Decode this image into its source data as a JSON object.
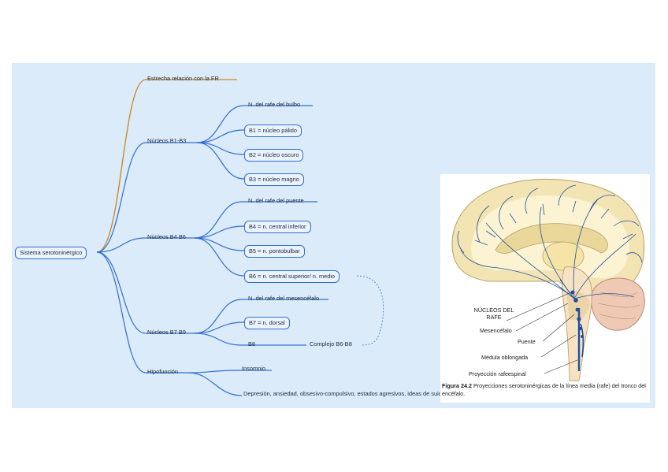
{
  "mindmap": {
    "root": "Sistema serotoninérgico",
    "relation": "Estrecha relación con la FR",
    "b1b3": {
      "label": "Núcleos B1-B3",
      "items": [
        "N. del rafe del bulbo",
        "B1 = núcleo pálido",
        "B2 = núcleo oscuro",
        "B3 = núcleo magno"
      ]
    },
    "b4b6": {
      "label": "Núcleos B4 B6",
      "items": [
        "N. del rafe del puente",
        "B4 = n. central inferior",
        "B5 = n. pontobulbar",
        "B6 = n. central superior/ n. medio"
      ]
    },
    "b7b9": {
      "label": "Núcleos B7 B9",
      "items": [
        "N. del rafe del mesencéfalo",
        "B7 = n. dorsal",
        "B8"
      ]
    },
    "complex": "Complejo B6-B8",
    "hipo": {
      "label": "Hipofunción",
      "items": [
        "Insomnio",
        "Depresión, ansiedad, obsesivo-compulsivo, estados agresivos, ideas de suicidio"
      ]
    }
  },
  "figure": {
    "labels": {
      "nuclei": "NÚCLEOS DEL RAFE",
      "mesencephalon": "Mesencéfalo",
      "pons": "Puente",
      "medulla": "Médula oblongada",
      "projection": "Proyección rafeespinal"
    },
    "caption_bold": "Figura 24.2",
    "caption_text": "Proyecciones serotoninérgicas de la línea media (rafe) del tronco del encéfalo."
  },
  "colors": {
    "background": "#dcebf9",
    "branch_blue": "#2f6fd1",
    "branch_orange": "#c8861c",
    "neuron_blue": "#1f4f9e"
  }
}
